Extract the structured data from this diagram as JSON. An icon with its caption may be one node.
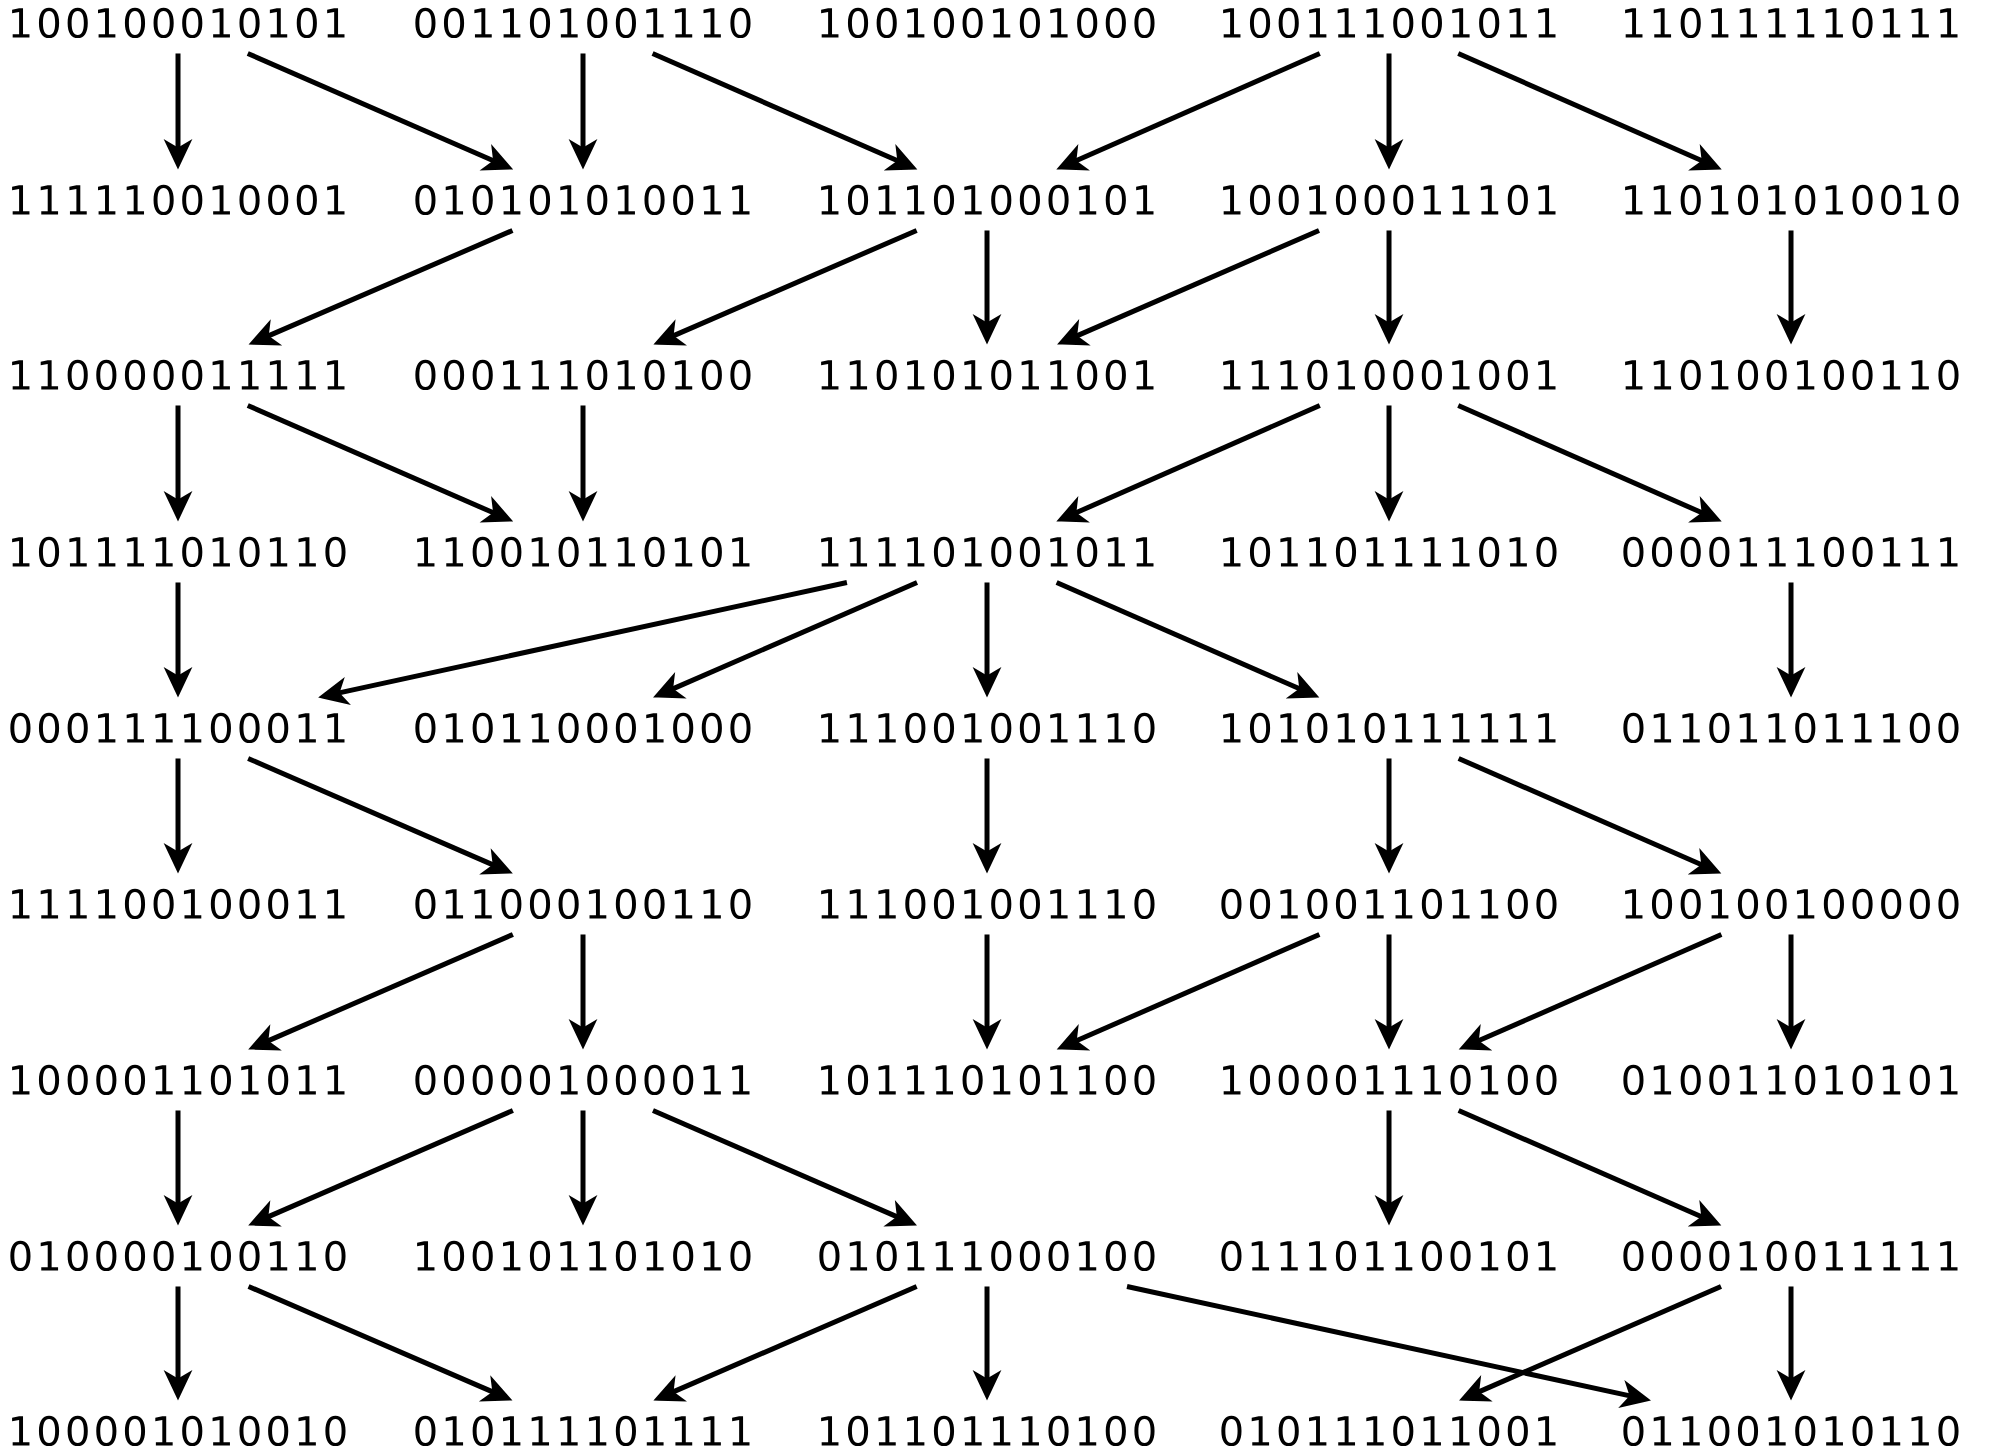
{
  "diagram": {
    "nodes": [
      {
        "text": [
          "100100010101"
        ]
      },
      {
        "text": [
          "001101001110"
        ]
      },
      {
        "text": [
          "100100101000"
        ]
      },
      {
        "text": [
          "100111001011"
        ]
      },
      {
        "text": [
          "110111110111"
        ]
      },
      {
        "text": [
          "111110010001"
        ]
      },
      {
        "text": [
          "010101010011"
        ]
      },
      {
        "text": [
          "101101000101"
        ]
      },
      {
        "text": [
          "100100011101"
        ]
      },
      {
        "text": [
          "110101010010"
        ]
      },
      {
        "text": [
          "110000011111"
        ]
      },
      {
        "text": [
          "000111010100"
        ]
      },
      {
        "text": [
          "110101011001"
        ]
      },
      {
        "text": [
          "111010001001"
        ]
      },
      {
        "text": [
          "110100100110"
        ]
      },
      {
        "text": [
          "101111010110"
        ]
      },
      {
        "text": [
          "110010110101"
        ]
      },
      {
        "text": [
          "111101001011"
        ]
      },
      {
        "text": [
          "101101111010"
        ]
      },
      {
        "text": [
          "000011100111"
        ]
      },
      {
        "text": [
          "000111100011"
        ]
      },
      {
        "text": [
          "010110001000"
        ]
      },
      {
        "text": [
          "111001001110"
        ]
      },
      {
        "text": [
          "101010111111"
        ]
      },
      {
        "text": [
          "011011011100"
        ]
      },
      {
        "text": [
          "111100100011"
        ]
      },
      {
        "text": [
          "011000100110"
        ]
      },
      {
        "text": [
          "111001001110"
        ]
      },
      {
        "text": [
          "001001101100"
        ]
      },
      {
        "text": [
          "100100100000"
        ]
      },
      {
        "text": [
          "100001101011"
        ]
      },
      {
        "text": [
          "000001000011"
        ]
      },
      {
        "text": [
          "101110101100"
        ]
      },
      {
        "text": [
          "100001110100"
        ]
      },
      {
        "text": [
          "010011010101"
        ]
      },
      {
        "text": [
          "010000100110"
        ]
      },
      {
        "text": [
          "100101101010"
        ]
      },
      {
        "text": [
          "010111000100"
        ]
      },
      {
        "text": [
          "011101100101"
        ]
      },
      {
        "text": [
          "000010011111"
        ]
      },
      {
        "text": [
          "100001010010"
        ]
      },
      {
        "text": [
          "010111101111"
        ]
      },
      {
        "text": [
          "101101110100"
        ]
      },
      {
        "text": [
          "010111011001"
        ]
      },
      {
        "text": [
          "011001010110"
        ]
      }
    ],
    "edges": [
      {
        "from": 0,
        "to": 5,
        "arrow": "to"
      },
      {
        "from": 0,
        "to": 6,
        "arrow": "to"
      },
      {
        "from": 1,
        "to": 6,
        "arrow": "to"
      },
      {
        "from": 1,
        "to": 7,
        "arrow": "to"
      },
      {
        "from": 3,
        "to": 7,
        "arrow": "to"
      },
      {
        "from": 3,
        "to": 8,
        "arrow": "to"
      },
      {
        "from": 3,
        "to": 9,
        "arrow": "to"
      },
      {
        "from": 6,
        "to": 10,
        "arrow": "to"
      },
      {
        "from": 7,
        "to": 11,
        "arrow": "to"
      },
      {
        "from": 7,
        "to": 12,
        "arrow": "to"
      },
      {
        "from": 8,
        "to": 12,
        "arrow": "to"
      },
      {
        "from": 8,
        "to": 13,
        "arrow": "to"
      },
      {
        "from": 9,
        "to": 14,
        "arrow": "to"
      },
      {
        "from": 10,
        "to": 15,
        "arrow": "to"
      },
      {
        "from": 10,
        "to": 16,
        "arrow": "to"
      },
      {
        "from": 11,
        "to": 16,
        "arrow": "to"
      },
      {
        "from": 13,
        "to": 17,
        "arrow": "to"
      },
      {
        "from": 13,
        "to": 18,
        "arrow": "to"
      },
      {
        "from": 13,
        "to": 19,
        "arrow": "to"
      },
      {
        "from": 15,
        "to": 20,
        "arrow": "to"
      },
      {
        "from": 17,
        "to": 20,
        "arrow": "to"
      },
      {
        "from": 17,
        "to": 21,
        "arrow": "to"
      },
      {
        "from": 17,
        "to": 22,
        "arrow": "to"
      },
      {
        "from": 17,
        "to": 23,
        "arrow": "to"
      },
      {
        "from": 19,
        "to": 24,
        "arrow": "to"
      },
      {
        "from": 20,
        "to": 25,
        "arrow": "to"
      },
      {
        "from": 20,
        "to": 26,
        "arrow": "to"
      },
      {
        "from": 22,
        "to": 27,
        "arrow": "to"
      },
      {
        "from": 23,
        "to": 28,
        "arrow": "to"
      },
      {
        "from": 23,
        "to": 29,
        "arrow": "to"
      },
      {
        "from": 26,
        "to": 30,
        "arrow": "to"
      },
      {
        "from": 26,
        "to": 31,
        "arrow": "to"
      },
      {
        "from": 27,
        "to": 32,
        "arrow": "to"
      },
      {
        "from": 28,
        "to": 32,
        "arrow": "to"
      },
      {
        "from": 28,
        "to": 33,
        "arrow": "to"
      },
      {
        "from": 29,
        "to": 33,
        "arrow": "to"
      },
      {
        "from": 29,
        "to": 34,
        "arrow": "to"
      },
      {
        "from": 30,
        "to": 35,
        "arrow": "to"
      },
      {
        "from": 31,
        "to": 35,
        "arrow": "to"
      },
      {
        "from": 31,
        "to": 36,
        "arrow": "to"
      },
      {
        "from": 31,
        "to": 37,
        "arrow": "to"
      },
      {
        "from": 33,
        "to": 38,
        "arrow": "to"
      },
      {
        "from": 33,
        "to": 39,
        "arrow": "to"
      },
      {
        "from": 35,
        "to": 40,
        "arrow": "to"
      },
      {
        "from": 35,
        "to": 41,
        "arrow": "to"
      },
      {
        "from": 37,
        "to": 41,
        "arrow": "to"
      },
      {
        "from": 37,
        "to": 42,
        "arrow": "to"
      },
      {
        "from": 37,
        "to": 44,
        "arrow": "to"
      },
      {
        "from": 39,
        "to": 43,
        "arrow": "to"
      },
      {
        "from": 39,
        "to": 44,
        "arrow": "to"
      }
    ]
  }
}
